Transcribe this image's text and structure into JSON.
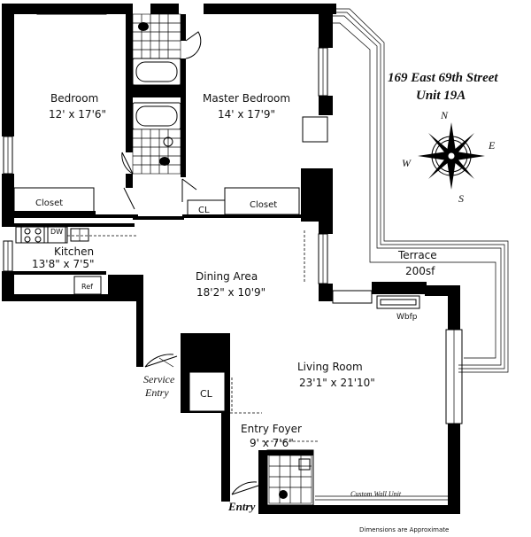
{
  "header": {
    "address": "169 East 69th Street",
    "unit": "Unit 19A"
  },
  "compass": {
    "n": "N",
    "e": "E",
    "s": "S",
    "w": "W"
  },
  "rooms": {
    "bedroom": {
      "name": "Bedroom",
      "dims": "12' x 17'6\""
    },
    "master_bedroom": {
      "name": "Master Bedroom",
      "dims": "14' x 17'9\""
    },
    "kitchen": {
      "name": "Kitchen",
      "dims": "13'8\" x 7'5\""
    },
    "dining": {
      "name": "Dining Area",
      "dims": "18'2\" x 10'9\""
    },
    "living": {
      "name": "Living Room",
      "dims": "23'1\" x 21'10\""
    },
    "foyer": {
      "name": "Entry Foyer",
      "dims": "9' x 7'6\""
    },
    "terrace": {
      "name": "Terrace",
      "dims": "200sf"
    }
  },
  "labels": {
    "closet_left": "Closet",
    "closet_right": "Closet",
    "cl_small": "CL",
    "cl_foyer": "CL",
    "dw": "DW",
    "refrigerator": "Ref",
    "wbfp": "Wbfp",
    "service_entry_1": "Service",
    "service_entry_2": "Entry",
    "entry": "Entry",
    "wall_unit": "Custom Wall Unit",
    "disclaimer": "Dimensions are Approximate"
  },
  "colors": {
    "wall": "#000000",
    "background": "#ffffff"
  }
}
